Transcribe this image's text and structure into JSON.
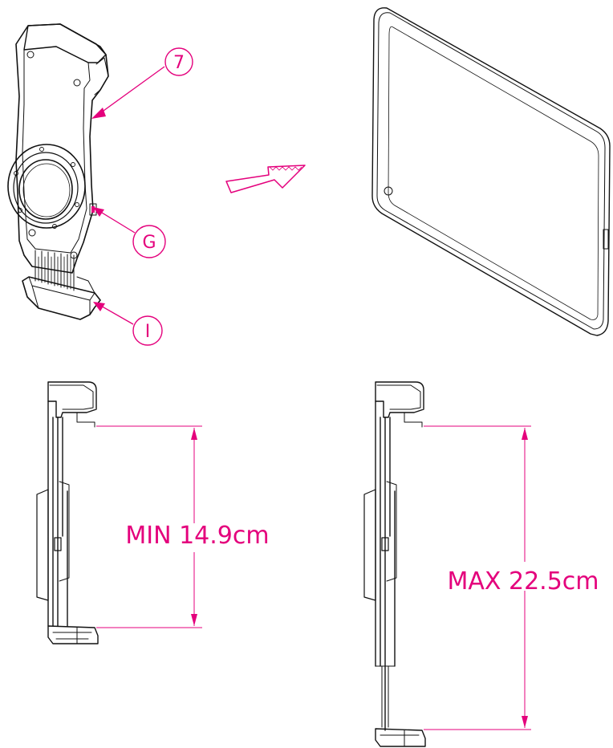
{
  "callouts": {
    "part_7": "7",
    "part_g": "G",
    "part_i": "I"
  },
  "dimensions": {
    "min_label": "MIN 14.9cm",
    "max_label": "MAX 22.5cm"
  },
  "colors": {
    "accent": "#e4007c",
    "line": "#111111"
  }
}
